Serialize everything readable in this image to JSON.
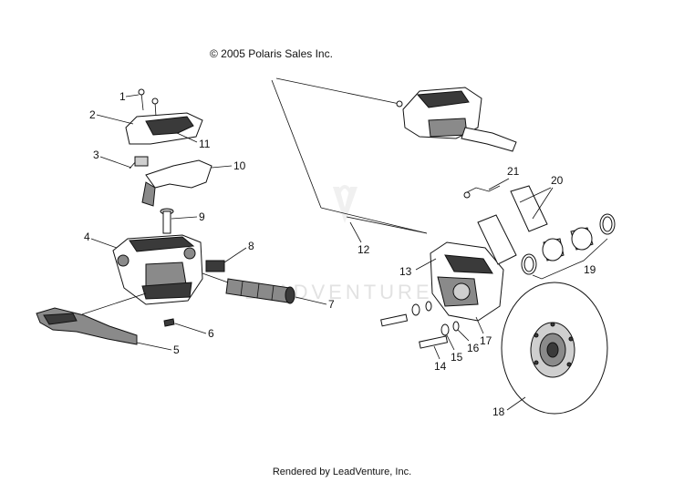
{
  "diagram": {
    "copyright": "© 2005 Polaris Sales Inc.",
    "footer": "Rendered by LeadVenture, Inc.",
    "watermark": "LEADVENTURE",
    "callouts": [
      "1",
      "2",
      "3",
      "4",
      "5",
      "6",
      "7",
      "8",
      "9",
      "10",
      "11",
      "12",
      "13",
      "14",
      "15",
      "16",
      "17",
      "18",
      "19",
      "20",
      "21"
    ]
  },
  "colors": {
    "ink": "#111111",
    "watermark": "#e2e2e2"
  }
}
